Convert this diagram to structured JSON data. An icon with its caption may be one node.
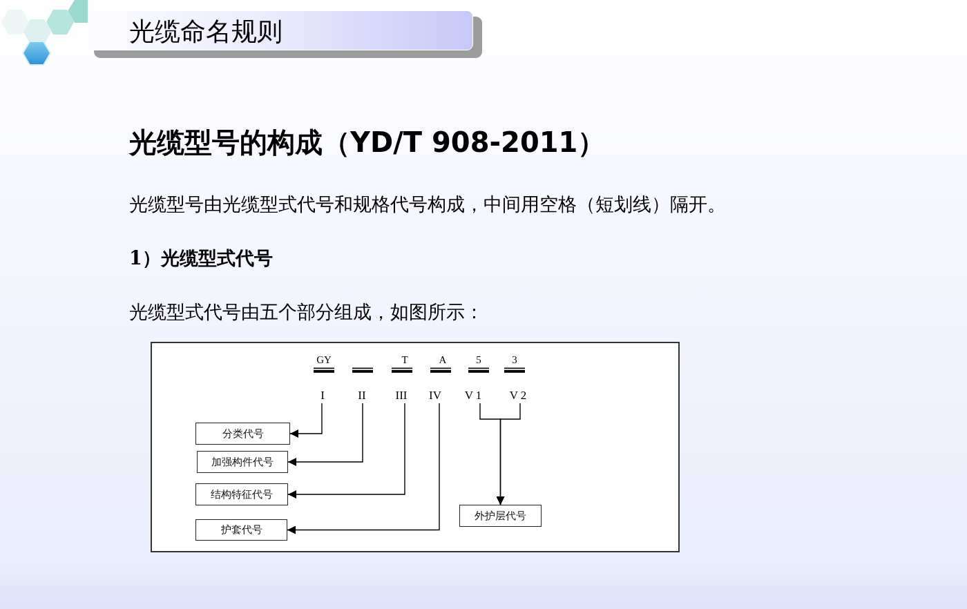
{
  "diagram": {
    "title": "光缆命名规则",
    "nodes": [
      {
        "text": [
          "I"
        ]
      },
      {
        "text": [
          "II"
        ]
      },
      {
        "text": [
          "III"
        ]
      },
      {
        "text": [
          "IV"
        ]
      },
      {
        "text": [
          "V 1"
        ]
      },
      {
        "text": [
          "V 2"
        ]
      },
      {
        "text": [
          "分类代号"
        ]
      },
      {
        "text": [
          "加强构件代号"
        ]
      },
      {
        "text": [
          "结构特征代号"
        ]
      },
      {
        "text": [
          "护套代号"
        ]
      },
      {
        "text": [
          "外护层代号"
        ]
      }
    ],
    "edges": [
      {
        "from": 0,
        "to": 6,
        "arrow": "to"
      },
      {
        "from": 1,
        "to": 7,
        "arrow": "to"
      },
      {
        "from": 2,
        "to": 8,
        "arrow": "to"
      },
      {
        "from": 3,
        "to": 9,
        "arrow": "to"
      },
      {
        "from": 4,
        "to": 10,
        "arrow": "to"
      },
      {
        "from": 5,
        "to": 10,
        "arrow": "to"
      }
    ],
    "labels": [
      "光缆型号的构成（YD/T 908-2011）",
      "光缆型号由光缆型式代号和规格代号构成，中间用空格（短划线）隔开。",
      "1）光缆型式代号",
      "光缆型式代号由五个部分组成，如图所示：",
      "GY",
      "T",
      "A",
      "5",
      "3"
    ]
  }
}
